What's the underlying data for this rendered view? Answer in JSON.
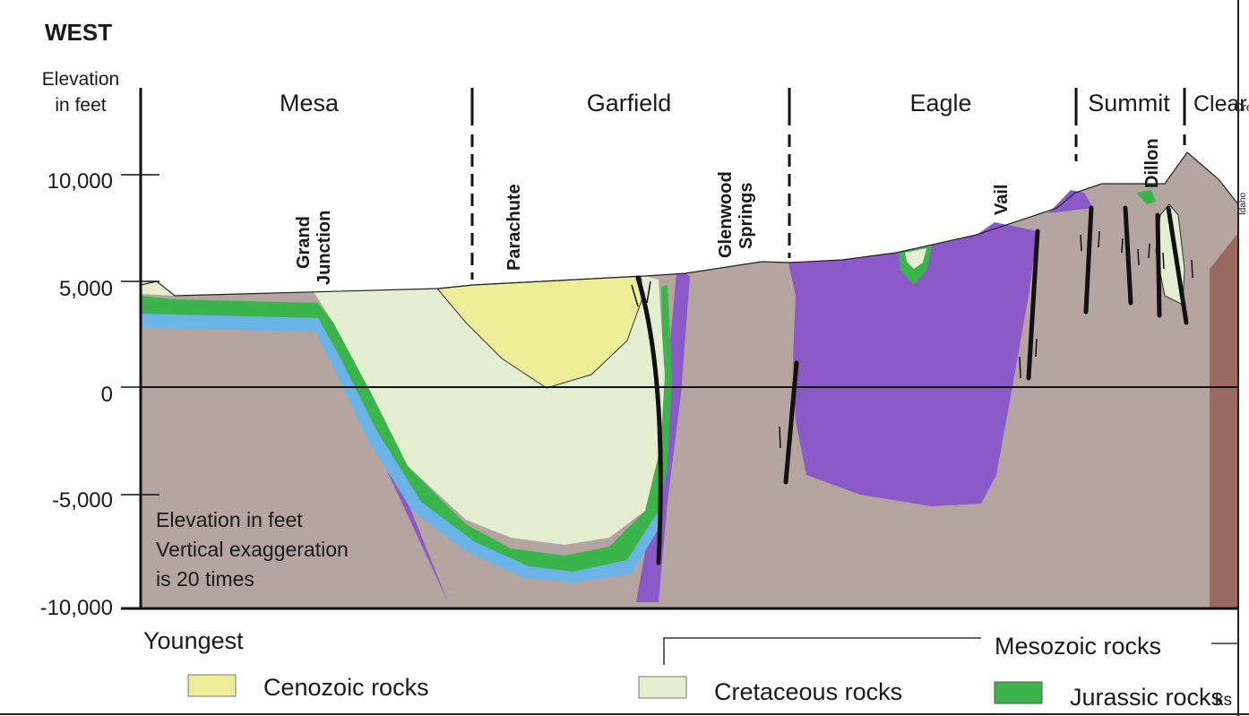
{
  "direction": "WEST",
  "axis": {
    "title_line1": "Elevation",
    "title_line2": "in feet",
    "ticks": [
      "10,000",
      "5,000",
      "0",
      "-5,000",
      "-10,000"
    ]
  },
  "counties": [
    "Mesa",
    "Garfield",
    "Eagle",
    "Summit",
    "Clear",
    "Cree"
  ],
  "towns": {
    "grand_junction": [
      "Grand",
      "Junction"
    ],
    "parachute": "Parachute",
    "glenwood_springs": [
      "Glenwood",
      "Springs"
    ],
    "vail": "Vail",
    "dillon": "Dillon",
    "edge_text": "Idaho"
  },
  "note": [
    "Elevation in feet",
    "Vertical exaggeration",
    "is 20 times"
  ],
  "legend": {
    "youngest": "Youngest",
    "mesozoic": "Mesozoic rocks",
    "items": [
      {
        "label": "Cenozoic rocks",
        "color": "#eeee99"
      },
      {
        "label": "Cretaceous rocks",
        "color": "#e6eed2"
      },
      {
        "label": "Jurassic rocks",
        "color": "#3cb44c"
      }
    ],
    "cut_text": "ks"
  },
  "colors": {
    "precambrian": "#b4a5a0",
    "paleozoic": "#8c5ac8",
    "triassic": "#6ab4e8",
    "jurassic": "#3cb44c",
    "cretaceous": "#e6eed2",
    "cenozoic": "#eeee99",
    "edge": "#9a6a60"
  }
}
